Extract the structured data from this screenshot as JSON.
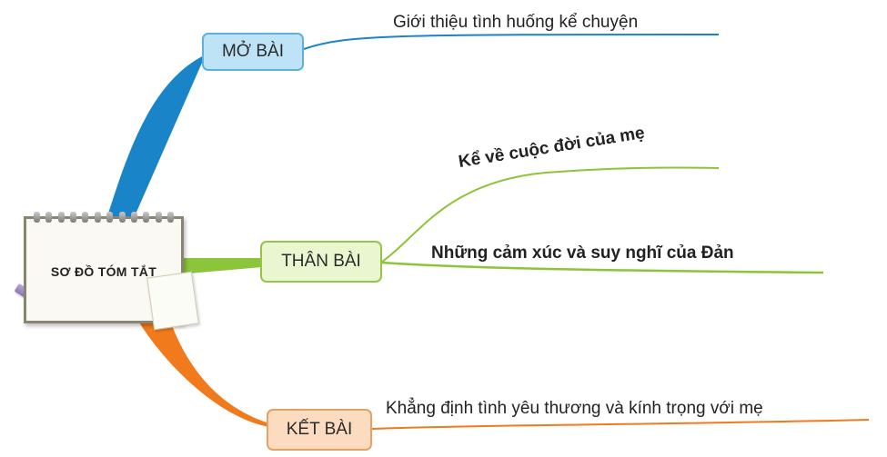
{
  "center": {
    "title": "SƠ ĐỒ TÓM TẮT"
  },
  "branches": {
    "mo_bai": {
      "label": "MỞ BÀI",
      "items": [
        "Giới thiệu tình huống kể chuyện"
      ],
      "color": "#1a84c8"
    },
    "than_bai": {
      "label": "THÂN BÀI",
      "items": [
        "Kể về cuộc đời của mẹ",
        "Những cảm xúc và suy nghĩ của Đản"
      ],
      "color": "#8cc43a"
    },
    "ket_bai": {
      "label": "KẾT BÀI",
      "items": [
        "Khẳng định tình yêu thương và kính trọng với mẹ"
      ],
      "color": "#f07a1c"
    }
  }
}
